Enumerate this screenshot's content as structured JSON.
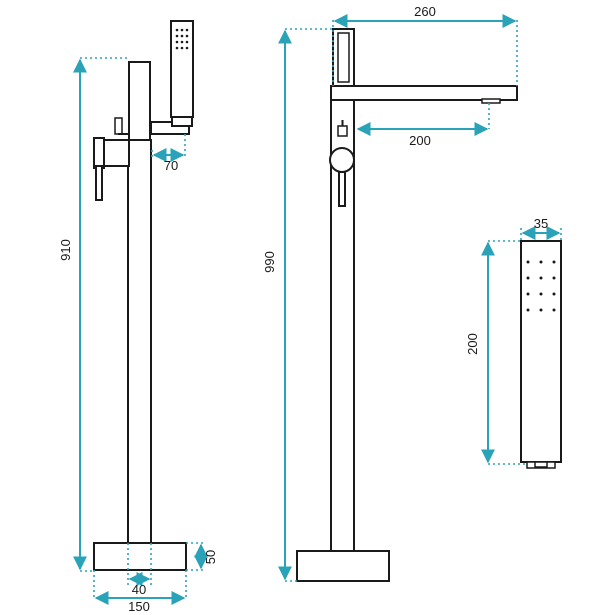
{
  "colors": {
    "dimension": "#2aa3b8",
    "outline": "#1a1a1a",
    "background": "#ffffff"
  },
  "dimensions": {
    "left_total_height": "910",
    "left_shower_offset": "70",
    "left_base_height": "50",
    "left_stem_width": "40",
    "left_base_width": "150",
    "middle_spout_length": "260",
    "middle_total_height": "990",
    "middle_spout_reach": "200",
    "shower_width": "35",
    "shower_height": "200"
  }
}
